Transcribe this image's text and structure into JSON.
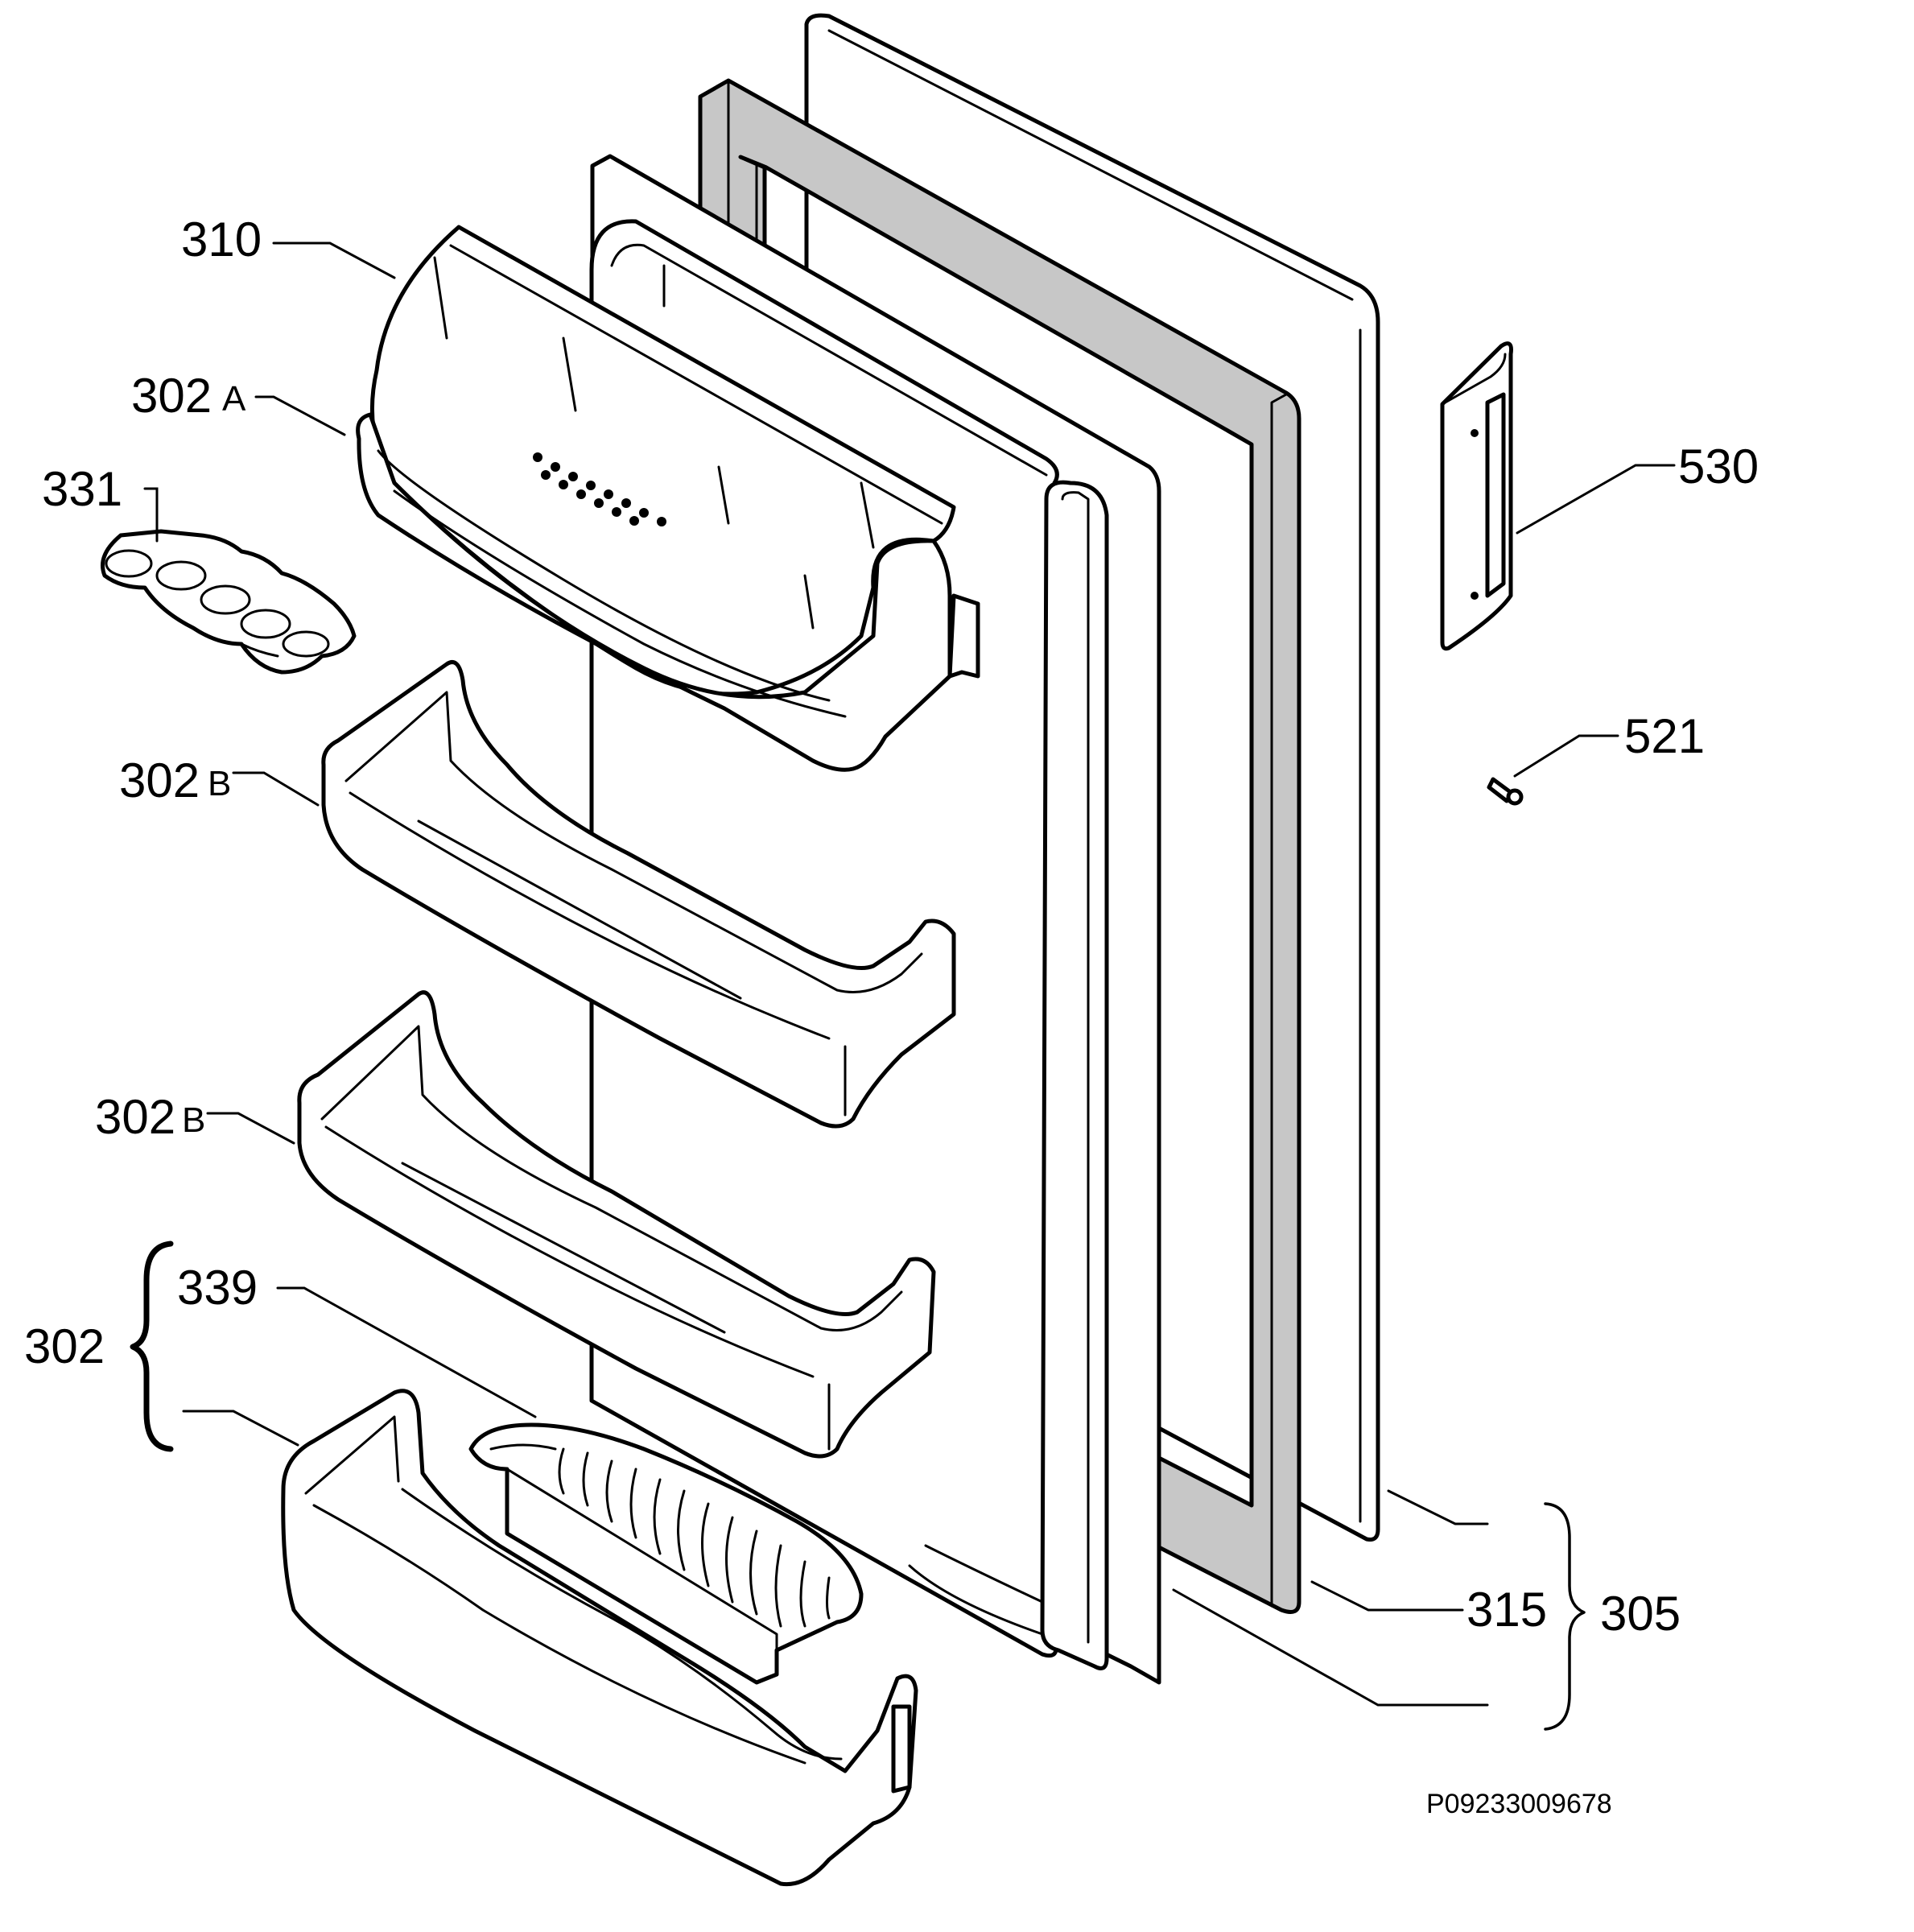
{
  "colors": {
    "line": "#000000",
    "background": "#ffffff",
    "gasket": "#c7c7c7"
  },
  "labels": {
    "l310": "310",
    "l302a_num": "302",
    "l302a_suffix": "A",
    "l331": "331",
    "l302b1_num": "302",
    "l302b1_suffix": "B",
    "l302b2_num": "302",
    "l302b2_suffix": "B",
    "l339": "339",
    "l302": "302",
    "l530": "530",
    "l521": "521",
    "l315": "315",
    "l305": "305"
  },
  "drawing_code": "P09233009678",
  "icons": [
    "door-panel",
    "door-gasket",
    "inner-liner",
    "door-shelf",
    "shelf-cover",
    "egg-tray",
    "bottle-retainer",
    "handle",
    "screw"
  ]
}
